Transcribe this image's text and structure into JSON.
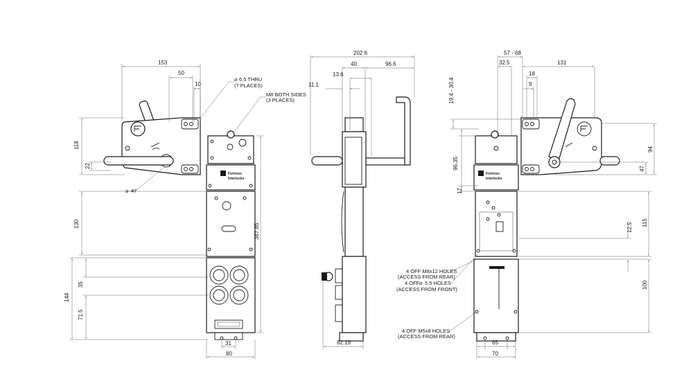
{
  "front_view": {
    "dims": {
      "w153": "153",
      "w50": "50",
      "w10": "10",
      "h118": "118",
      "h22": "22",
      "h130": "130",
      "h387": "387.85",
      "h144": "144",
      "h35": "35",
      "h71": "71.5",
      "w31": "31",
      "w80": "80"
    },
    "notes": {
      "thru_1": "6.5 THRU",
      "thru_2": "(7 PLACES)",
      "m8_1": "M8 BOTH SIDES",
      "m8_2": "(3 PLACES)",
      "dia47": "47"
    }
  },
  "side_view": {
    "dims": {
      "w202": "202.6",
      "w40": "40",
      "w96": "96.6",
      "w13": "13.6",
      "w11": "11.1",
      "w82": "82.19"
    }
  },
  "rear_view": {
    "dims": {
      "w57": "57 - 68",
      "w32": "32.5",
      "w131": "131",
      "w18": "18",
      "w9": "9",
      "h19": "19.4 - 30.4",
      "h96": "96.35",
      "h17": "17",
      "h94": "94",
      "h47": "47",
      "h12": "12.5",
      "h115": "115",
      "h100": "100",
      "w65": "65",
      "w70": "70"
    },
    "notes": {
      "m8x12_1": "4 OFF M8x12 HOLES",
      "m8x12_2": "(ACCESS FROM REAR)",
      "d55_1": "4 OFF",
      "d55_2": "5.5 HOLES",
      "d55_3": "(ACCESS FROM FRONT)",
      "m5_1": "4 OFF M5x8 HOLES",
      "m5_2": "(ACCESS FROM REAR)"
    }
  },
  "label": {
    "brand": "Fortress",
    "sub": "interlocks"
  }
}
